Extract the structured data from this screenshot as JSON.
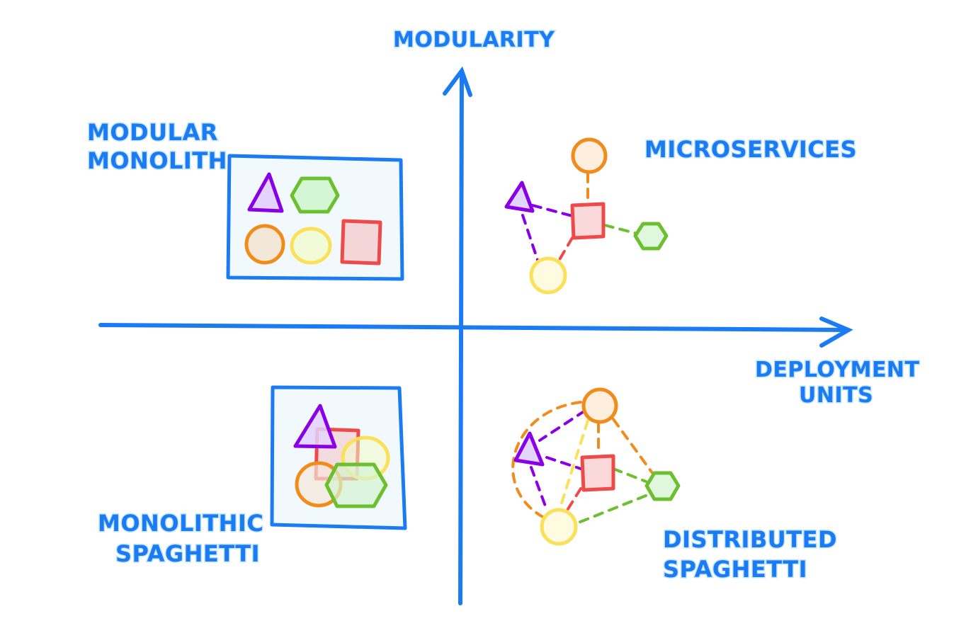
{
  "axes": {
    "y_label": "MODULARITY",
    "x_label_line1": "DEPLOYMENT",
    "x_label_line2": "UNITS"
  },
  "quadrants": {
    "top_left": {
      "line1": "MODULAR",
      "line2": "MONOLITH"
    },
    "top_right": {
      "line1": "MICROSERVICES"
    },
    "bottom_left": {
      "line1": "MONOLITHIC",
      "line2": "SPAGHETTI"
    },
    "bottom_right": {
      "line1": "DISTRIBUTED",
      "line2": "SPAGHETTI"
    }
  },
  "colors": {
    "axis": "#1a7bf2",
    "purple": "#8a00e6",
    "green": "#6cc02f",
    "orange": "#f08c1a",
    "yellow": "#fbe05a",
    "red": "#ee4a4a"
  }
}
